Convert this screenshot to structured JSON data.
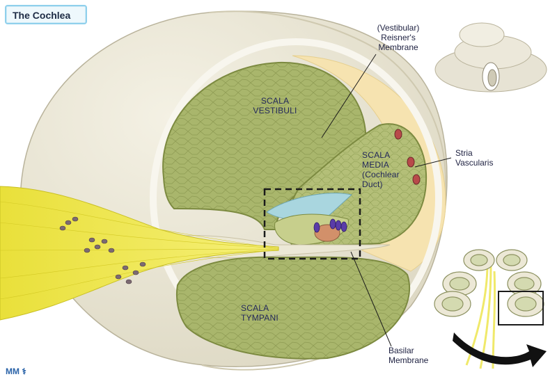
{
  "title": "The Cochlea",
  "labels": {
    "scala_vestibuli": [
      "SCALA",
      "VESTIBULI"
    ],
    "scala_media": [
      "SCALA",
      "MEDIA",
      "(Cochlear",
      "Duct)"
    ],
    "scala_tympani": [
      "SCALA",
      "TYMPANI"
    ],
    "reisners_membrane": [
      "(Vestibular)",
      "Reisner's",
      "Membrane"
    ],
    "stria_vascularis": [
      "Stria",
      "Vascularis"
    ],
    "basilar_membrane": [
      "Basilar",
      "Membrane"
    ]
  },
  "logo_text": "MM",
  "colors": {
    "bone": "#ebe7d7",
    "chamber": "#a8b56a",
    "nerve": "#f2ea3c",
    "ligament": "#f7e4ae",
    "callout": "#1a1a1a"
  }
}
